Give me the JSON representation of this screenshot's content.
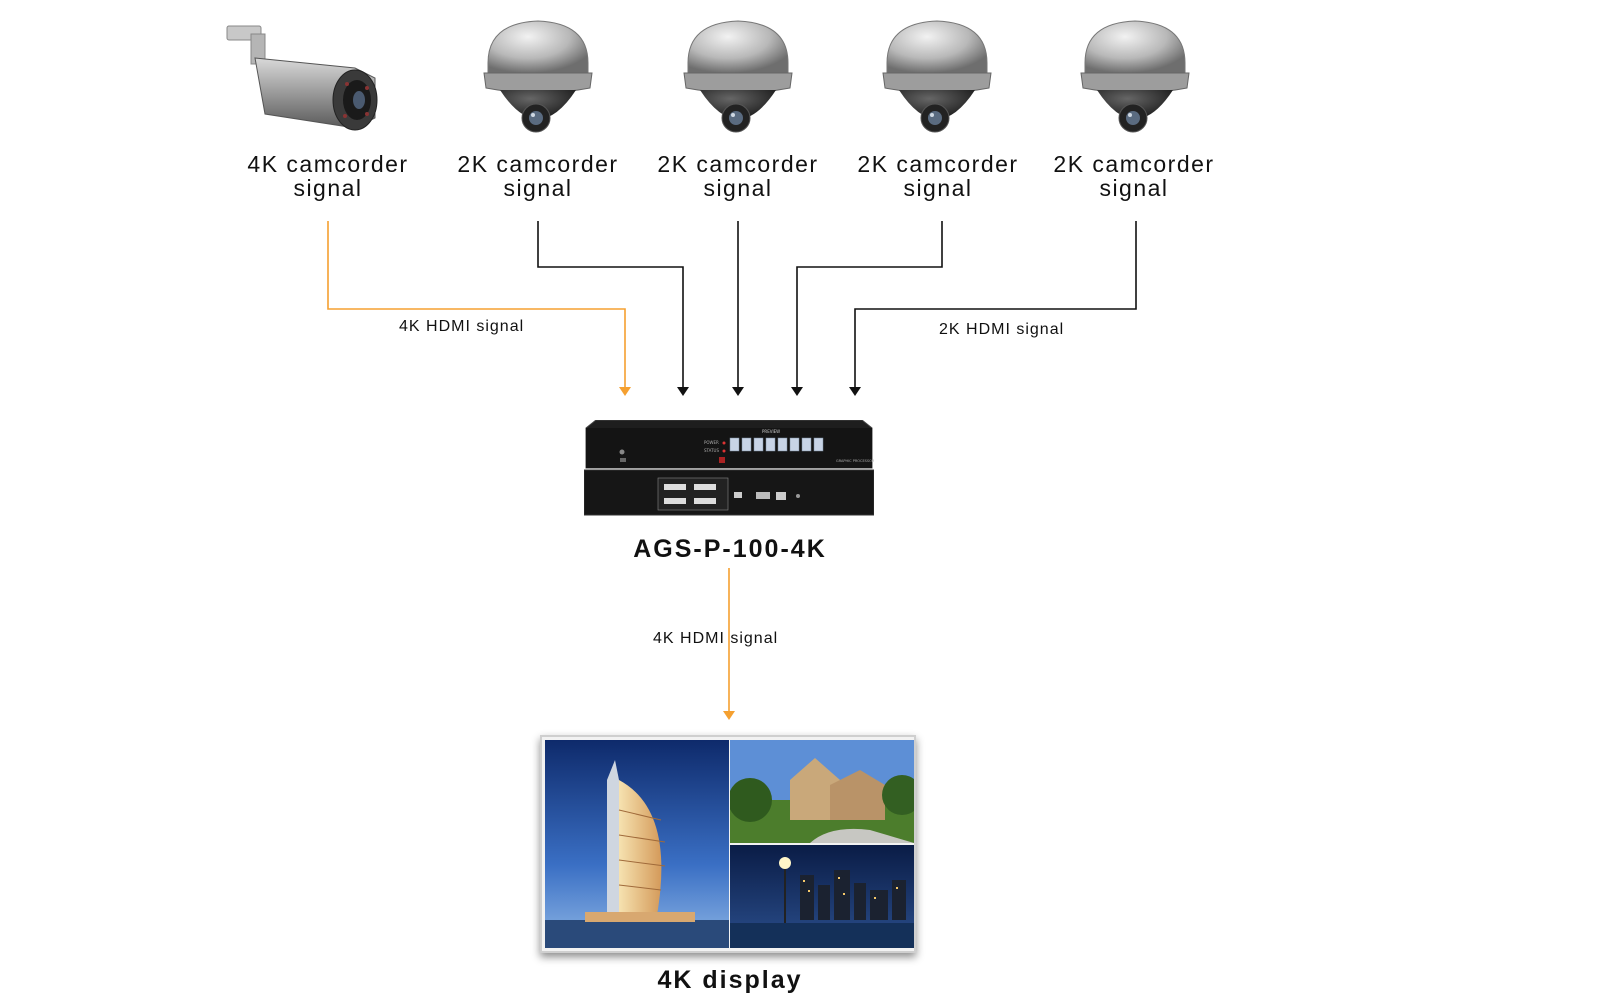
{
  "cameras": [
    {
      "label_line1": "4K camcorder",
      "label_line2": "signal",
      "icon": "bullet-camera-icon"
    },
    {
      "label_line1": "2K camcorder",
      "label_line2": "signal",
      "icon": "dome-camera-icon"
    },
    {
      "label_line1": "2K camcorder",
      "label_line2": "signal",
      "icon": "dome-camera-icon"
    },
    {
      "label_line1": "2K camcorder",
      "label_line2": "signal",
      "icon": "dome-camera-icon"
    },
    {
      "label_line1": "2K camcorder",
      "label_line2": "signal",
      "icon": "dome-camera-icon"
    }
  ],
  "signals": {
    "input_4k": "4K HDMI signal",
    "input_2k": "2K HDMI signal",
    "output_4k": "4K HDMI signal"
  },
  "device": {
    "label": "AGS-P-100-4K",
    "icon": "video-processor-icon"
  },
  "display": {
    "label": "4K display",
    "icon": "display-screen-icon"
  },
  "colors": {
    "signal_4k": "#f5a030",
    "signal_2k": "#111111"
  }
}
